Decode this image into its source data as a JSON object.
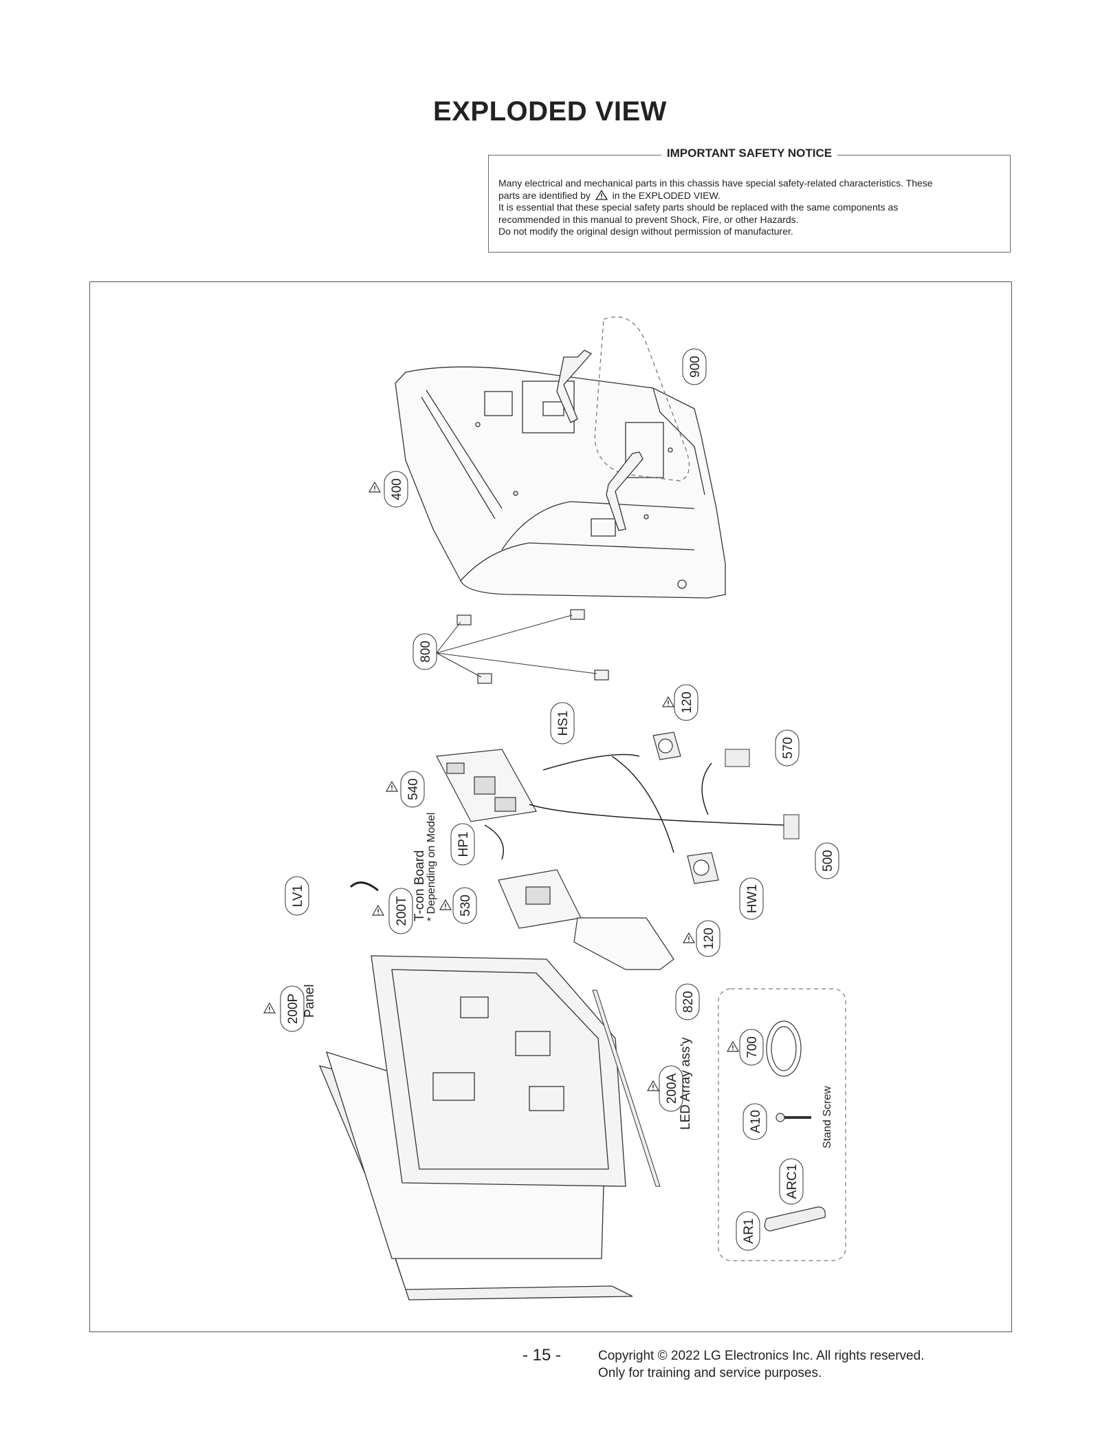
{
  "page": {
    "title": "EXPLODED VIEW",
    "page_number": "- 15 -",
    "copyright_line1": "Copyright © 2022 LG Electronics Inc. All rights reserved.",
    "copyright_line2": "Only for training and service purposes."
  },
  "notice": {
    "title": "IMPORTANT SAFETY NOTICE",
    "line1": "Many electrical and mechanical parts in this chassis have special safety-related characteristics. These",
    "line2a": "parts are identified by",
    "line2b": "in the EXPLODED VIEW.",
    "line3": "It is essential that these special safety parts should be replaced with the same components as",
    "line4": "recommended in this manual to prevent Shock, Fire, or other Hazards.",
    "line5": "Do not modify the original design without permission of manufacturer."
  },
  "parts": {
    "p900": "900",
    "p400": "400",
    "p800": "800",
    "p120a": "120",
    "pHS1": "HS1",
    "p570": "570",
    "p540": "540",
    "pHP1": "HP1",
    "p500": "500",
    "pLV1": "LV1",
    "p200T": "200T",
    "p530": "530",
    "pHW1": "HW1",
    "p120b": "120",
    "p820": "820",
    "p200P": "200P",
    "p700": "700",
    "p200A": "200A",
    "pA10": "A10",
    "pARC1": "ARC1",
    "pAR1": "AR1"
  },
  "notes": {
    "tcon_line1": "T-con Board",
    "tcon_line2": "* Depending on Model",
    "panel": "Panel",
    "led_array": "LED Array ass'y",
    "stand_screw": "Stand Screw"
  }
}
